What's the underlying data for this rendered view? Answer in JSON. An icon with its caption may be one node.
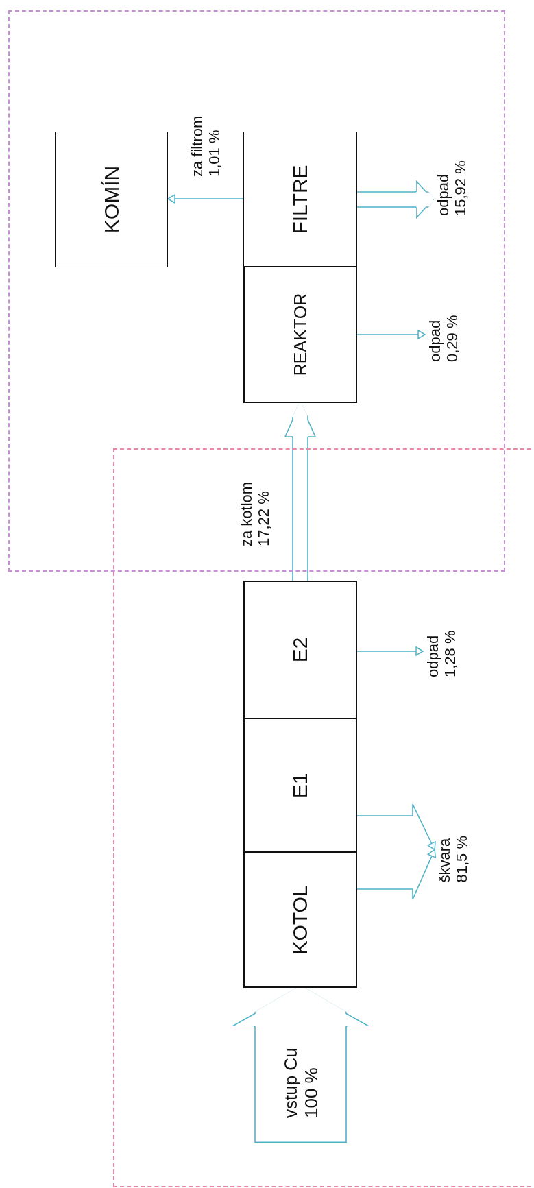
{
  "diagram": {
    "nodes": [
      {
        "text": [],
        "shape": "box"
      },
      {
        "text": [
          "KOMÍN"
        ],
        "in": 0
      },
      {
        "text": [
          "FILTRE"
        ],
        "in": 0
      },
      {
        "text": [
          "REAKTOR"
        ],
        "in": 0
      },
      {
        "text": [
          "odpad 15,92 %"
        ],
        "in": 0
      },
      {
        "text": [
          "odpad 0,29 %"
        ],
        "in": 0
      },
      {
        "text": [],
        "shape": "box"
      },
      {
        "text": [
          "E2"
        ],
        "in": 6
      },
      {
        "text": [
          "E1"
        ],
        "in": 6
      },
      {
        "text": [
          "KOTOL"
        ],
        "in": 6
      },
      {
        "text": [
          "odpad 1,28 %"
        ],
        "in": 6
      },
      {
        "text": [
          "škvara 81,5 %"
        ],
        "in": 6
      }
    ],
    "edges": [
      {
        "from": 2,
        "to": 1,
        "arrow": "to",
        "label": "za filtrom 1,01 %"
      },
      {
        "from": 2,
        "to": 4,
        "arrow": "to",
        "style": "thick"
      },
      {
        "from": 3,
        "to": 5,
        "arrow": "to"
      },
      {
        "from": 7,
        "to": 3,
        "arrow": "to",
        "style": "thick",
        "label": "za kotlom 17,22 %"
      },
      {
        "from": 7,
        "to": 10,
        "arrow": "to"
      },
      {
        "from": 8,
        "to": 11,
        "arrow": "to"
      },
      {
        "from": 9,
        "to": 11,
        "arrow": "to"
      },
      {
        "from": null,
        "to": 9,
        "arrow": "to",
        "style": "thick",
        "label": "vstup Cu 100 %"
      }
    ]
  }
}
